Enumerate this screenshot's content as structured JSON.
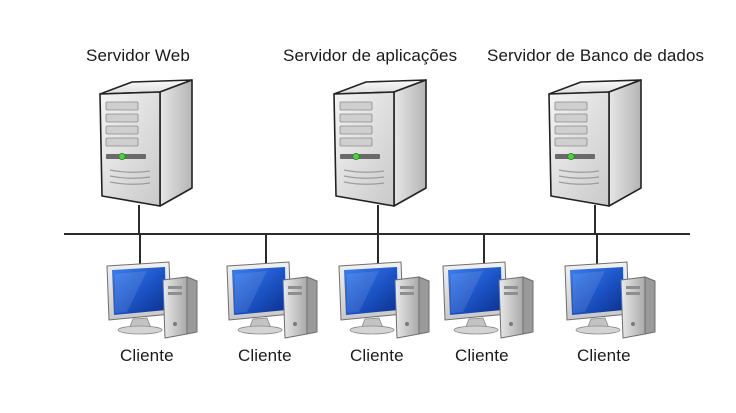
{
  "servers": [
    {
      "label": "Servidor Web",
      "icon": "server-tower-icon"
    },
    {
      "label": "Servidor de aplicações",
      "icon": "server-tower-icon"
    },
    {
      "label": "Servidor de Banco de dados",
      "icon": "server-tower-icon"
    }
  ],
  "clients": [
    {
      "label": "Cliente",
      "icon": "desktop-computer-icon"
    },
    {
      "label": "Cliente",
      "icon": "desktop-computer-icon"
    },
    {
      "label": "Cliente",
      "icon": "desktop-computer-icon"
    },
    {
      "label": "Cliente",
      "icon": "desktop-computer-icon"
    },
    {
      "label": "Cliente",
      "icon": "desktop-computer-icon"
    }
  ],
  "colors": {
    "network_line": "#2b2b2b",
    "server_body": "#dcdcdc",
    "led": "#46d43a",
    "screen": "#1f5fd0",
    "text": "#1a1a1a"
  }
}
